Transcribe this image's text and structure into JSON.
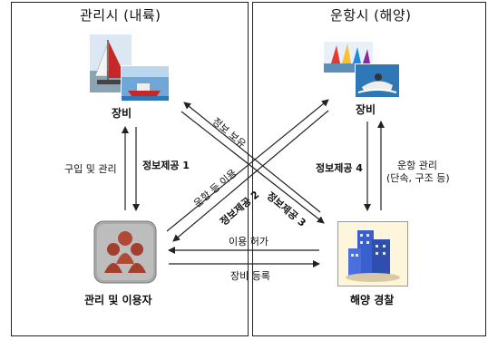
{
  "left_panel": {
    "title": "관리시 (내륙)"
  },
  "right_panel": {
    "title": "운항시 (해양)"
  },
  "nodes": {
    "equipment_left": "장비",
    "equipment_right": "장비",
    "manager_user": "관리 및 이용자",
    "maritime_police": "해양 경찰"
  },
  "edges": {
    "purchase_manage": "구입 및 관리",
    "info_provide_1": "정보제공 1",
    "info_hold": "정보 보유",
    "operation_use": "운항 등 이용",
    "info_provide_2": "정보제공 2",
    "info_provide_3": "정보제공 3",
    "info_provide_4": "정보제공 4",
    "operation_manage": "운항 관리",
    "operation_manage_detail": "(단속, 구조 등)",
    "use_permit": "이용 허가",
    "equipment_register": "장비 등록"
  },
  "icons": {
    "sailboat_photo": "sailboat-photo",
    "rescue_boat_photo": "rescue-boat-photo",
    "windsurf_photo": "windsurf-photo",
    "jetski_photo": "jetski-photo",
    "people_icon": "people-icon",
    "building_icon": "building-icon"
  },
  "colors": {
    "people": "#b14a35",
    "building": "#3a5fcf",
    "water": "#2f78b8"
  }
}
